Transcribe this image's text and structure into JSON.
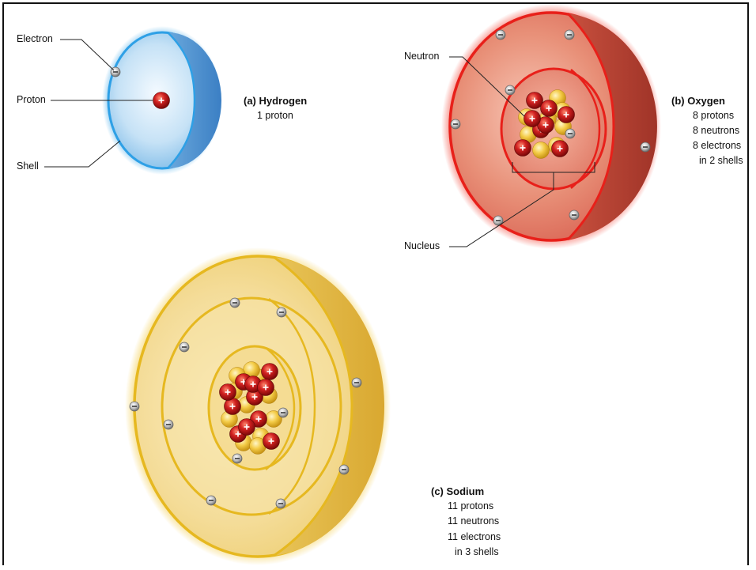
{
  "labels": {
    "electron": "Electron",
    "proton": "Proton",
    "shell": "Shell",
    "neutron": "Neutron",
    "nucleus": "Nucleus"
  },
  "hydrogen": {
    "title": "(a) Hydrogen",
    "lines": [
      "1 proton"
    ]
  },
  "oxygen": {
    "title": "(b) Oxygen",
    "lines": [
      "8 protons",
      "8 neutrons",
      "8 electrons",
      "in 2 shells"
    ]
  },
  "sodium": {
    "title": "(c) Sodium",
    "lines": [
      "11 protons",
      "11 neutrons",
      "11 electrons",
      "in 3 shells"
    ]
  },
  "symbols": {
    "electron": "−",
    "proton": "+"
  },
  "colors": {
    "hydrogen_shell": "#8cc8f0",
    "hydrogen_glow": "#2ea0e6",
    "oxygen_shell": "#e0584a",
    "oxygen_rim": "#e8201a",
    "sodium_shell": "#f0d070",
    "sodium_rim": "#e6b820",
    "proton": "#c01818",
    "neutron": "#f2c23a",
    "electron": "#9a9a9a"
  }
}
